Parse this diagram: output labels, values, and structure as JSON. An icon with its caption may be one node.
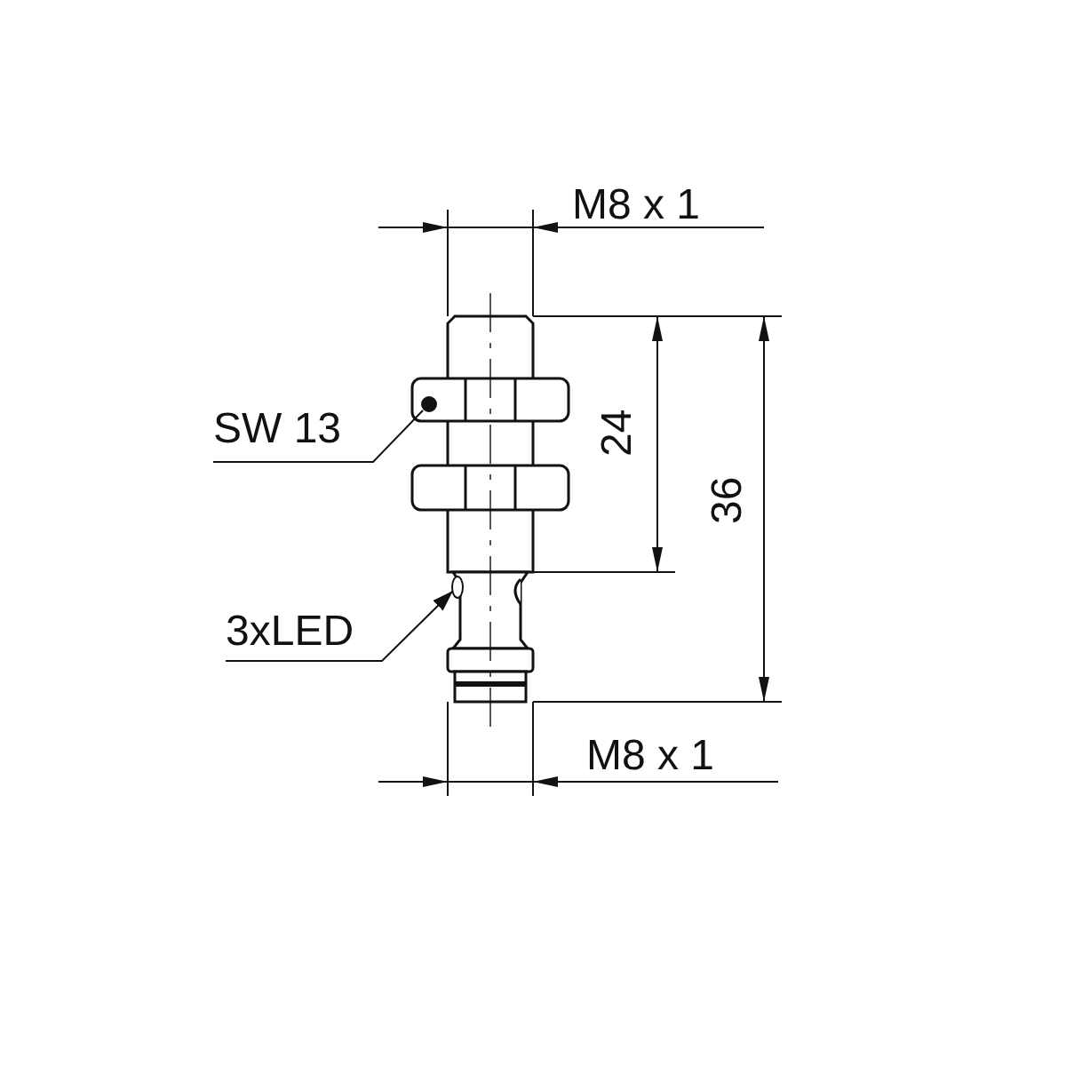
{
  "diagram": {
    "nodes": [
      {
        "text": [
          "SW 13"
        ]
      },
      {
        "text": [],
        "shape": "circle"
      },
      {
        "text": [
          "3xLED"
        ]
      },
      {
        "text": [],
        "shape": "circle"
      }
    ],
    "edges": [
      {
        "from": 0,
        "to": 1,
        "arrow": "none"
      },
      {
        "from": 2,
        "to": 3,
        "arrow": "to"
      }
    ],
    "labels": [
      "M8 x 1",
      "24",
      "36",
      "M8 x 1"
    ]
  }
}
